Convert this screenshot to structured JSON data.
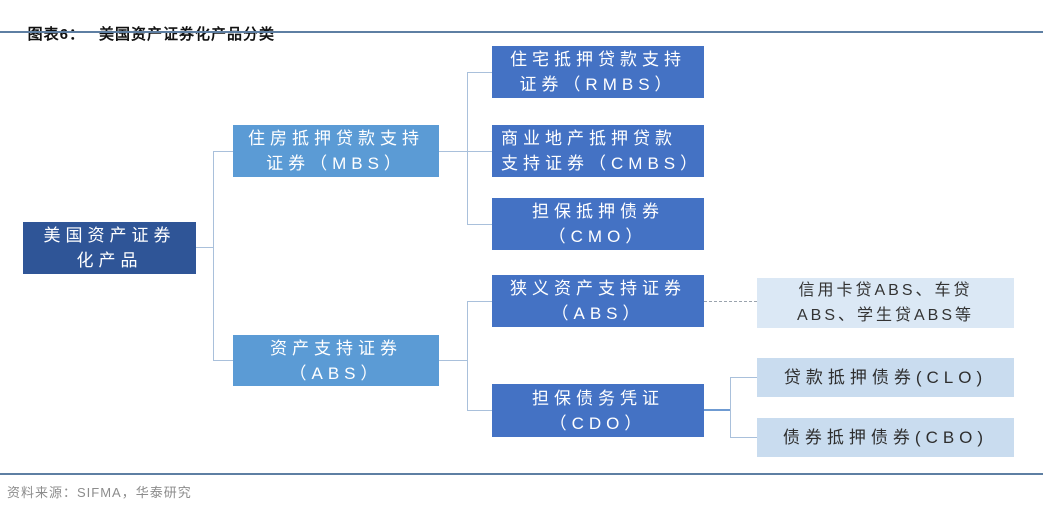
{
  "header": {
    "prefix": "图表6：",
    "title": "美国资产证券化产品分类"
  },
  "footer": {
    "source": "资料来源：SIFMA，华泰研究"
  },
  "colors": {
    "root": "#2f5597",
    "mid": "#5b9bd5",
    "child": "#4472c4",
    "light1": "#dbe8f5",
    "light2": "#c9dcef",
    "rule": "#5e7fa3",
    "connector": "#a9c0db",
    "connector-dark": "#6f9bd2"
  },
  "nodes": {
    "root": {
      "lines": [
        "美国资产证券",
        "化产品"
      ]
    },
    "mbs": {
      "lines": [
        "住房抵押贷款支持",
        "证券（MBS）"
      ]
    },
    "abs": {
      "lines": [
        "资产支持证券",
        "（ABS）"
      ]
    },
    "rmbs": {
      "lines": [
        "住宅抵押贷款支持",
        "证券（RMBS）"
      ]
    },
    "cmbs": {
      "lines": [
        "商业地产抵押贷款",
        "支持证券（CMBS）"
      ]
    },
    "cmo": {
      "lines": [
        "担保抵押债券",
        "（CMO）"
      ]
    },
    "abs_narrow": {
      "lines": [
        "狭义资产支持证券",
        "（ABS）"
      ]
    },
    "cdo": {
      "lines": [
        "担保债务凭证",
        "（CDO）"
      ]
    },
    "abs_examples": {
      "lines": [
        "信用卡贷ABS、车贷",
        "ABS、学生贷ABS等"
      ]
    },
    "clo": {
      "lines": [
        "贷款抵押债券(CLO)"
      ]
    },
    "cbo": {
      "lines": [
        "债券抵押债券(CBO)"
      ]
    }
  }
}
